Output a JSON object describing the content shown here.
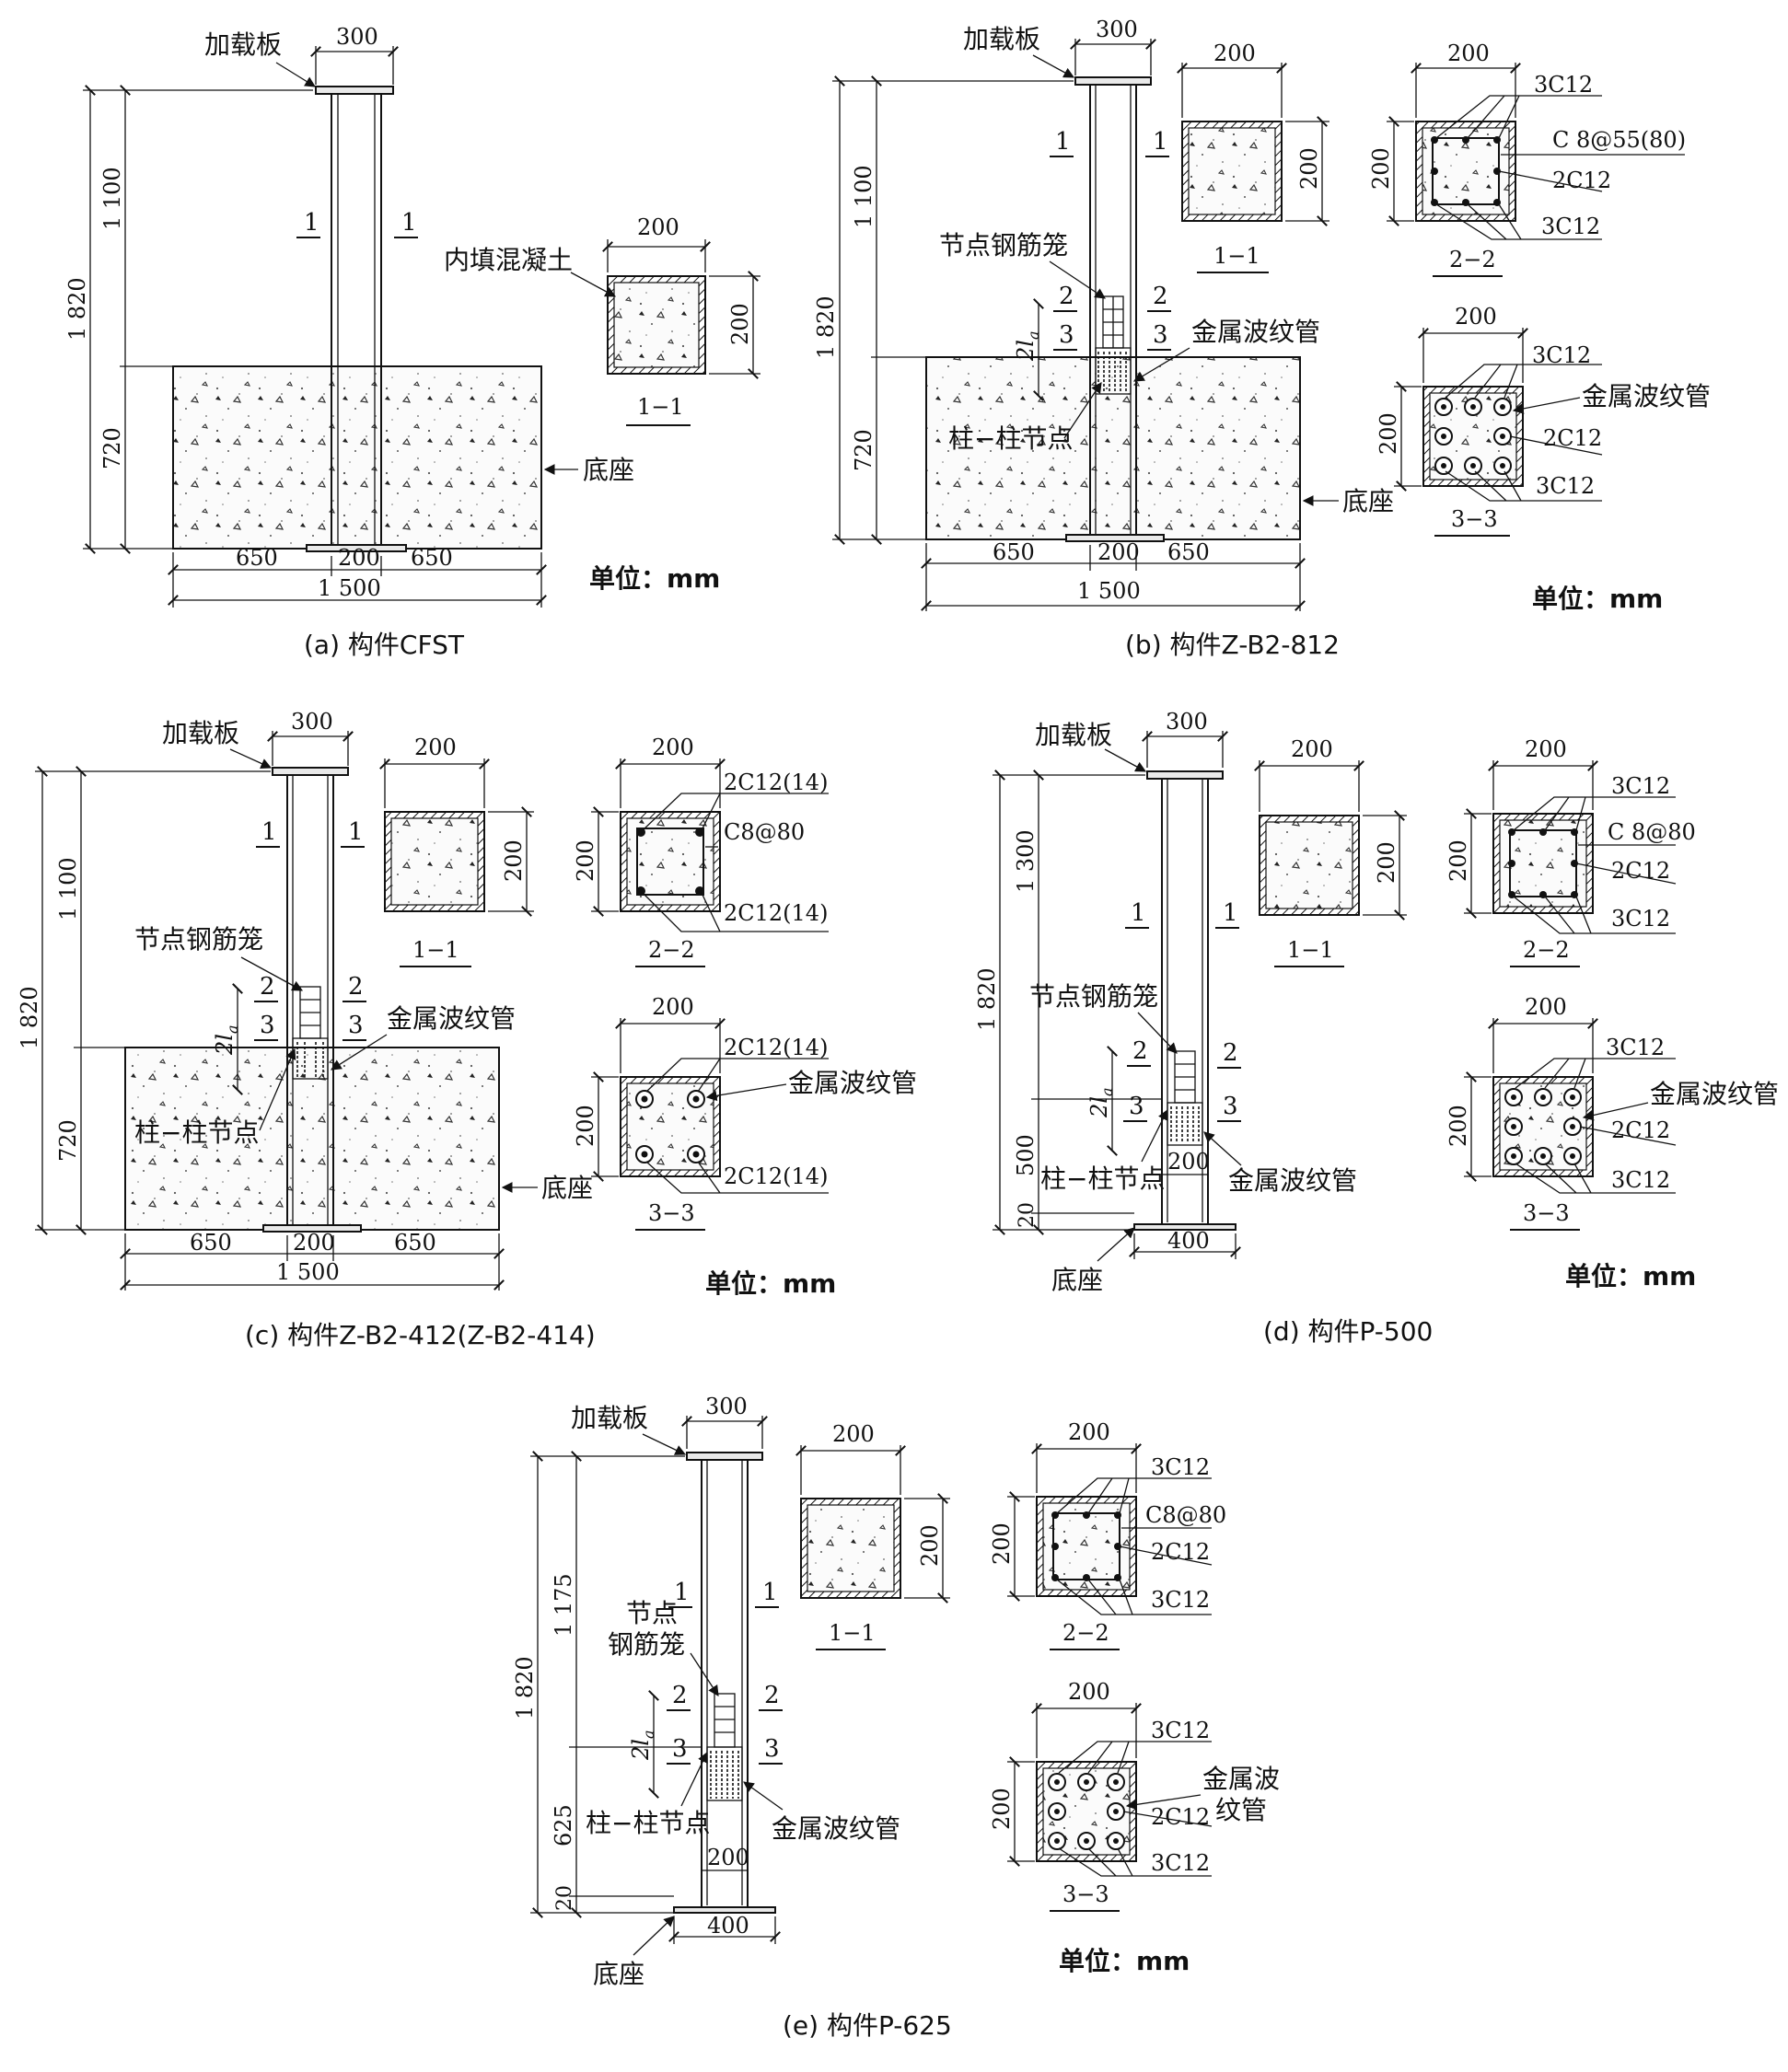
{
  "figure": {
    "panels": {
      "a": {
        "caption": "(a) 构件CFST",
        "labels": {
          "loading_plate": "加载板",
          "infill": "内填混凝土",
          "base": "底座",
          "unit": "单位：mm",
          "sec_mark": "1",
          "sec_name": "1−1"
        },
        "dims": {
          "plate_w": "300",
          "h_total": "1 820",
          "h_upper": "1 100",
          "h_lower": "720",
          "b_left": "650",
          "b_mid": "200",
          "b_right": "650",
          "b_total": "1 500",
          "sec_w": "200",
          "sec_h": "200"
        }
      },
      "b": {
        "caption": "(b) 构件Z-B2-812",
        "labels": {
          "loading_plate": "加载板",
          "cage": "节点钢筋笼",
          "duct": "金属波纹管",
          "joint": "柱−柱节点",
          "base": "底座",
          "unit": "单位：mm",
          "la": "2l",
          "la_sub": "a",
          "m1": "1",
          "m2": "2",
          "m3": "3",
          "sec1": "1−1",
          "sec2": "2−2",
          "sec3": "3−3",
          "r1": "3C12",
          "r2": "C 8@55(80)",
          "r3": "2C12",
          "r4": "3C12",
          "s3r1": "3C12",
          "s3r2": "金属波纹管",
          "s3r3": "2C12",
          "s3r4": "3C12"
        },
        "dims": {
          "plate_w": "300",
          "h_total": "1 820",
          "h_upper": "1 100",
          "h_lower": "720",
          "b_left": "650",
          "b_mid": "200",
          "b_right": "650",
          "b_total": "1 500",
          "sec_w": "200",
          "sec_h": "200"
        }
      },
      "c": {
        "caption": "(c) 构件Z-B2-412(Z-B2-414)",
        "labels": {
          "loading_plate": "加载板",
          "cage": "节点钢筋笼",
          "duct": "金属波纹管",
          "joint": "柱−柱节点",
          "base": "底座",
          "unit": "单位：mm",
          "la": "2l",
          "la_sub": "a",
          "m1": "1",
          "m2": "2",
          "m3": "3",
          "sec1": "1−1",
          "sec2": "2−2",
          "sec3": "3−3",
          "r1": "2C12(14)",
          "r2": "C8@80",
          "r3": "2C12(14)",
          "s3r1": "2C12(14)",
          "s3r2": "金属波纹管",
          "s3r3": "2C12(14)"
        },
        "dims": {
          "plate_w": "300",
          "h_total": "1 820",
          "h_upper": "1 100",
          "h_lower": "720",
          "b_left": "650",
          "b_mid": "200",
          "b_right": "650",
          "b_total": "1 500",
          "sec_w": "200",
          "sec_h": "200"
        }
      },
      "d": {
        "caption": "(d) 构件P-500",
        "labels": {
          "loading_plate": "加载板",
          "cage": "节点钢筋笼",
          "duct": "金属波纹管",
          "joint": "柱−柱节点",
          "base": "底座",
          "unit": "单位：mm",
          "la": "2l",
          "la_sub": "a",
          "m1": "1",
          "m2": "2",
          "m3": "3",
          "sec1": "1−1",
          "sec2": "2−2",
          "sec3": "3−3",
          "r1": "3C12",
          "r2": "C 8@80",
          "r3": "2C12",
          "r4": "3C12",
          "s3r1": "3C12",
          "s3r2": "金属波纹管",
          "s3r3": "2C12",
          "s3r4": "3C12"
        },
        "dims": {
          "plate_w": "300",
          "h_total": "1 820",
          "h_upper": "1 300",
          "h_lower": "500",
          "h_base": "20",
          "col_w": "200",
          "base_w": "400",
          "sec_w": "200",
          "sec_h": "200"
        }
      },
      "e": {
        "caption": "(e) 构件P-625",
        "labels": {
          "loading_plate": "加载板",
          "cage1": "节点",
          "cage2": "钢筋笼",
          "duct": "金属波纹管",
          "joint": "柱−柱节点",
          "base": "底座",
          "unit": "单位：mm",
          "la": "2l",
          "la_sub": "a",
          "m1": "1",
          "m2": "2",
          "m3": "3",
          "sec1": "1−1",
          "sec2": "2−2",
          "sec3": "3−3",
          "r1": "3C12",
          "r2": "C8@80",
          "r3": "2C12",
          "r4": "3C12",
          "s3r1": "3C12",
          "s3r2a": "金属波",
          "s3r2b": "纹管",
          "s3r3": "2C12",
          "s3r4": "3C12"
        },
        "dims": {
          "plate_w": "300",
          "h_total": "1 820",
          "h_upper": "1 175",
          "h_lower": "625",
          "h_base": "20",
          "col_w": "200",
          "base_w": "400",
          "sec_w": "200",
          "sec_h": "200"
        }
      }
    }
  }
}
